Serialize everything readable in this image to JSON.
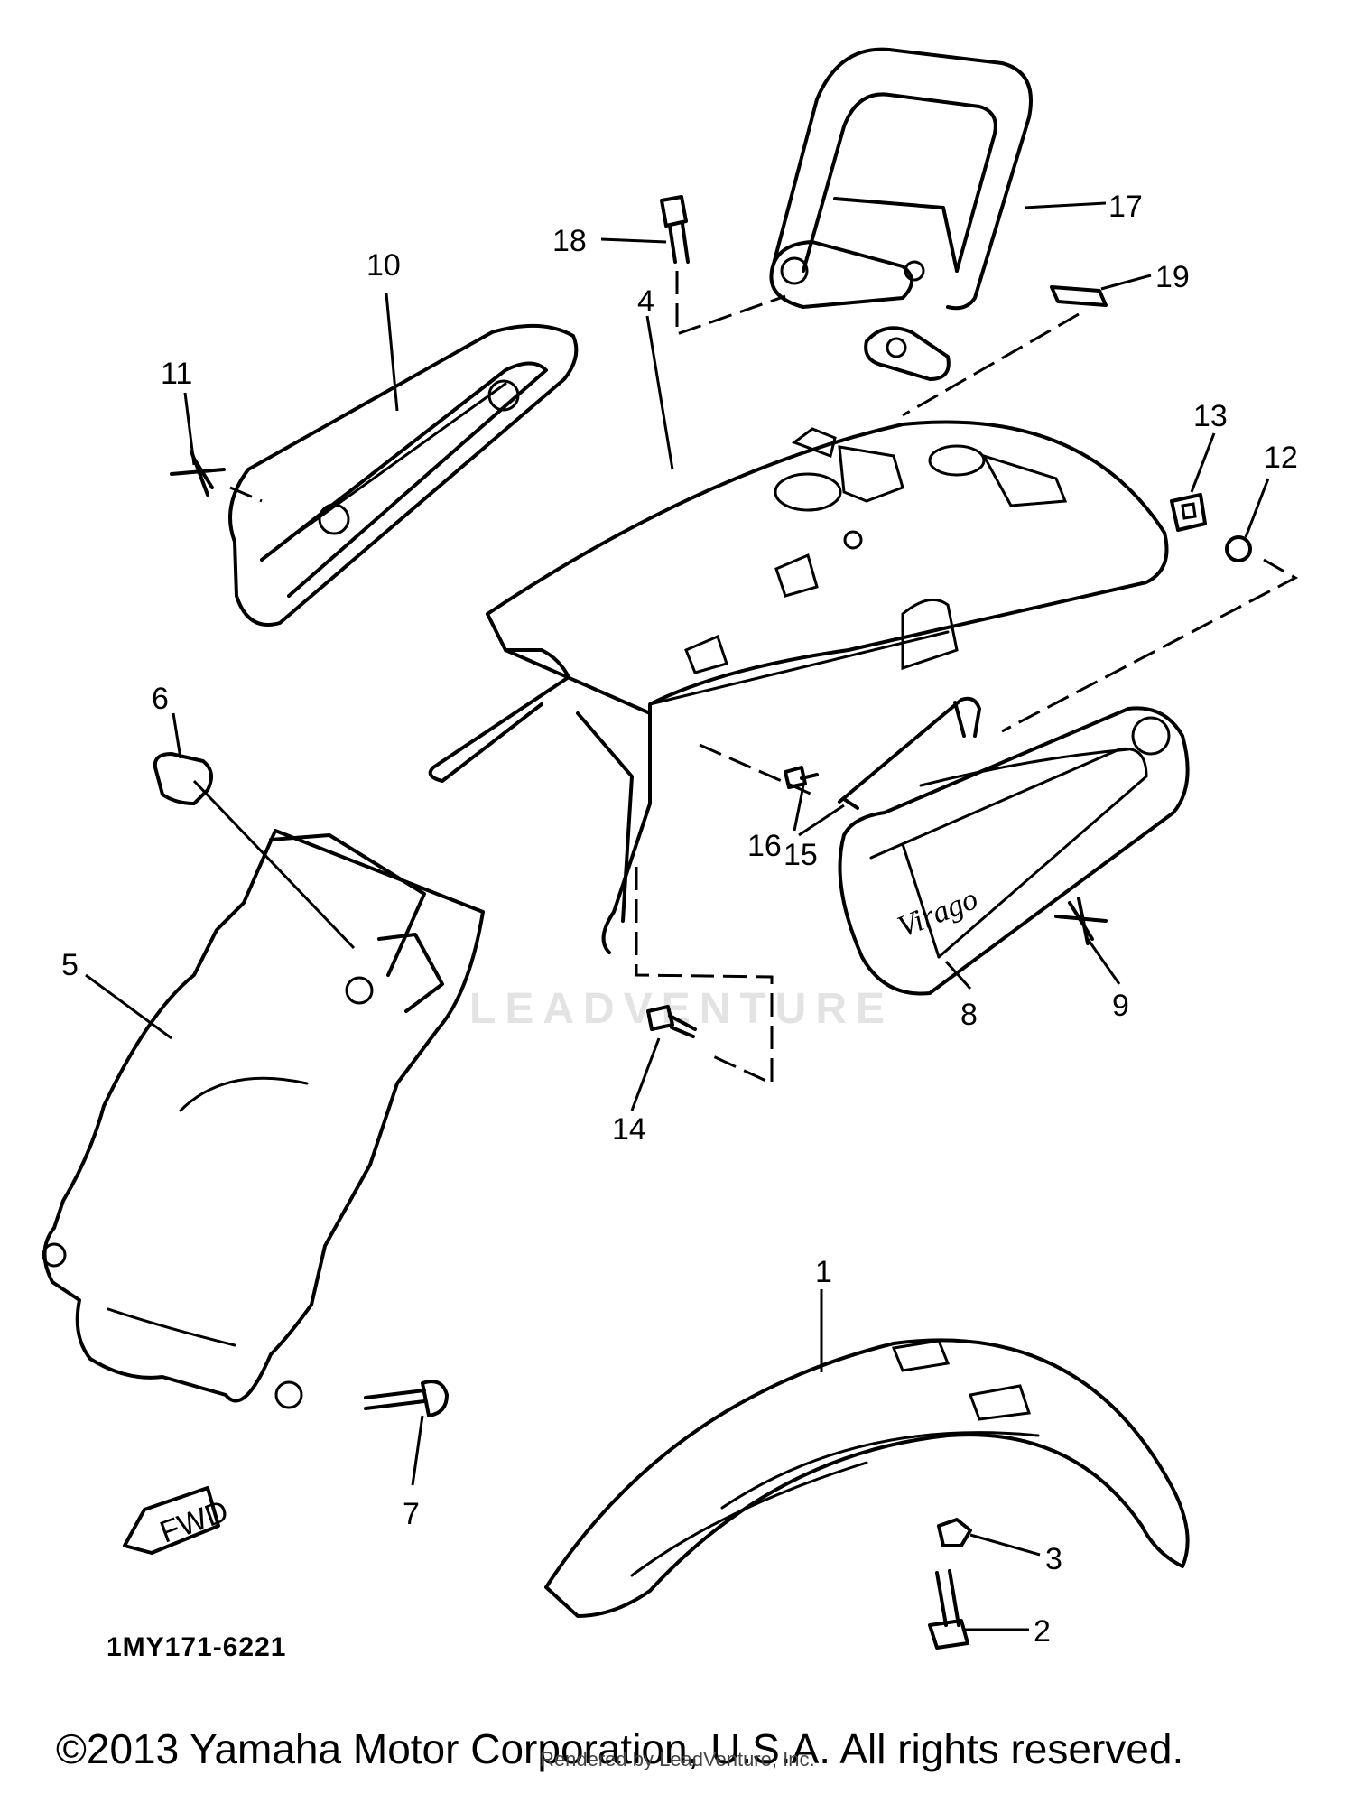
{
  "diagram": {
    "callouts": [
      "1",
      "2",
      "3",
      "4",
      "5",
      "6",
      "7",
      "8",
      "9",
      "10",
      "11",
      "12",
      "13",
      "14",
      "15",
      "16",
      "17",
      "18",
      "19"
    ],
    "fwd_label": "FWD",
    "emblem_text": "Virago",
    "part_code": "1MY171-6221",
    "copyright": "©2013 Yamaha Motor Corporation, U.S.A. All rights reserved.",
    "watermark": "LEADVENTURE",
    "rendered_by": "Rendered by LeadVenture, Inc."
  }
}
